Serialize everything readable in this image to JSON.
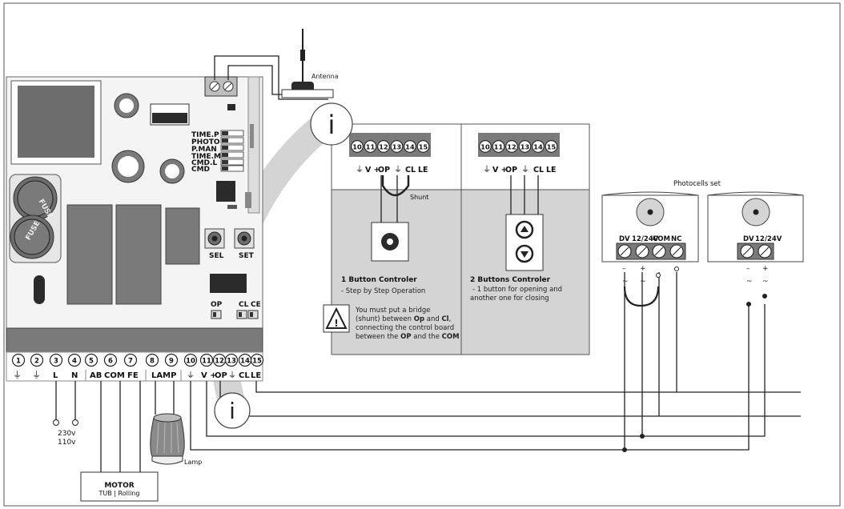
{
  "board": {
    "labels": {
      "time_p": "TIME.P",
      "photo": "PHOTO",
      "p_man": "P.MAN",
      "time_m": "TIME.M",
      "cmd_l": "CMD.L",
      "cmd": "CMD",
      "sel": "SEL",
      "set": "SET",
      "op": "OP",
      "cl": "CL",
      "ce": "CE",
      "fuse": "FUSE"
    },
    "terminal_numbers": [
      "1",
      "2",
      "3",
      "4",
      "5",
      "6",
      "7",
      "8",
      "9",
      "10",
      "11",
      "12",
      "13",
      "14",
      "15"
    ],
    "terminal_labels": {
      "l": "L",
      "n": "N",
      "ab": "AB",
      "com": "COM",
      "fe": "FE",
      "lamp": "LAMP",
      "vplus": "V +",
      "op": "OP",
      "cl": "CL",
      "le": "LE"
    },
    "ground_symbol": "⏚",
    "small_ground": "⏚"
  },
  "antenna_label": "Antenna",
  "info_symbol": "i",
  "voltage": {
    "line1": "230v",
    "line2": "110v"
  },
  "motor": {
    "title": "MOTOR",
    "subtitle": "TUB | Rolling"
  },
  "lamp_label": "Lamp",
  "controller1": {
    "numbers": [
      "10",
      "11",
      "12",
      "13",
      "14",
      "15"
    ],
    "signals": {
      "v": "V +",
      "op": "OP",
      "cl": "CL",
      "le": "LE"
    },
    "shunt_label": "Shunt",
    "title": "1 Button Controler",
    "desc": "- Step by Step Operation",
    "warn1_a": "You must put a bridge",
    "warn2_a": "(shunt) between ",
    "warn2_b": "Op",
    "warn2_c": " and ",
    "warn2_d": "Cl",
    "warn2_e": ",",
    "warn3": "connecting the control board",
    "warn4_a": "between the ",
    "warn4_b": "OP",
    "warn4_c": " and the ",
    "warn4_d": "COM",
    "warn_symbol": "!"
  },
  "controller2": {
    "numbers": [
      "10",
      "11",
      "12",
      "13",
      "14",
      "15"
    ],
    "signals": {
      "v": "V +",
      "op": "OP",
      "cl": "CL",
      "le": "LE"
    },
    "title": "2 Buttons Controler",
    "desc1": "- 1 button for opening and",
    "desc2": "another one for closing"
  },
  "photocells": {
    "title": "Photocells set",
    "tx_labels": {
      "dv": "DV",
      "v": "12/24V",
      "com": "COM",
      "nc": "NC"
    },
    "rx_labels": {
      "dv": "DV",
      "v": "12/24V"
    },
    "minus": "–",
    "plus": "+",
    "tilde": "~"
  },
  "colors": {
    "board_fill": "#f4f4f4",
    "panel_fill": "#d4d4d4",
    "dark_gray": "#6d6d6d",
    "line": "#2b2b2b",
    "arc": "#cfcfcf"
  }
}
